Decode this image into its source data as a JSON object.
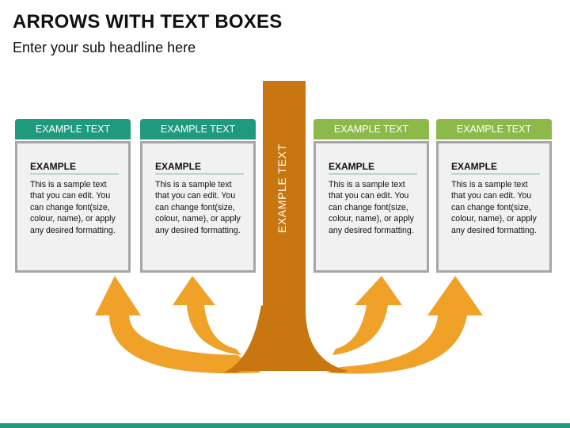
{
  "title": "ARROWS WITH TEXT BOXES",
  "subtitle": "Enter your sub headline here",
  "center_label": "EXAMPLE TEXT",
  "cards": [
    {
      "header": "EXAMPLE TEXT",
      "heading": "EXAMPLE",
      "text": "This is a sample text that you can edit. You can change font(size, colour, name), or apply any desired formatting.",
      "color": "#1f9a7c"
    },
    {
      "header": "EXAMPLE TEXT",
      "heading": "EXAMPLE",
      "text": "This is a sample text that you can edit. You can change font(size, colour, name), or apply any desired formatting.",
      "color": "#1f9a7c"
    },
    {
      "header": "EXAMPLE TEXT",
      "heading": "EXAMPLE",
      "text": "This is a sample text that you can edit. You can change font(size, colour, name), or apply any desired formatting.",
      "color": "#8db94a"
    },
    {
      "header": "EXAMPLE TEXT",
      "heading": "EXAMPLE",
      "text": "This is a sample text that you can edit. You can change font(size, colour, name), or apply any desired formatting.",
      "color": "#8db94a"
    }
  ],
  "colors": {
    "stem": "#c8760f",
    "arrow": "#f0a128",
    "footer": "#1f9a7c"
  }
}
